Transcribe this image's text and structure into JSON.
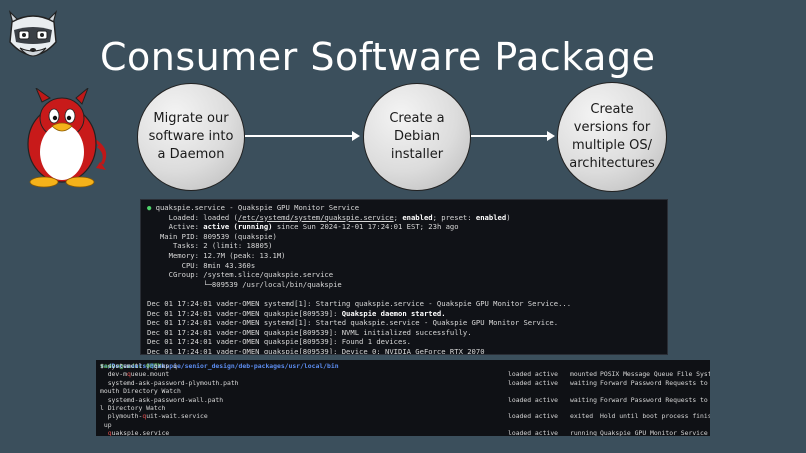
{
  "title": "Consumer Software Package",
  "steps": [
    {
      "label": "Migrate our\nsoftware into\na Daemon"
    },
    {
      "label": "Create a\nDebian\ninstaller"
    },
    {
      "label": "Create\nversions for\nmultiple OS/\narchitectures"
    }
  ],
  "status_terminal": {
    "service_line": "quakspie.service - Quakspie GPU Monitor Service",
    "loaded_label": "Loaded:",
    "loaded_pre": "loaded (",
    "loaded_path": "/etc/systemd/system/quakspie.service",
    "loaded_mid": "; ",
    "loaded_enabled": "enabled",
    "loaded_preset": "; preset: ",
    "loaded_preset_val": "enabled",
    "loaded_post": ")",
    "active_label": "Active:",
    "active_state": "active (running)",
    "active_rest": " since Sun 2024-12-01 17:24:01 EST; 23h ago",
    "mainpid_label": "Main PID:",
    "mainpid_val": "809539 (quakspie)",
    "tasks_label": "Tasks:",
    "tasks_val": "2 (limit: 18805)",
    "memory_label": "Memory:",
    "memory_val": "12.7M (peak: 13.1M)",
    "cpu_label": "CPU:",
    "cpu_val": "8min 43.360s",
    "cgroup_label": "CGroup:",
    "cgroup_val": "/system.slice/quakspie.service",
    "cgroup_child": "└─809539 /usr/local/bin/quakspie",
    "log": [
      {
        "prefix": "Dec 01 17:24:01 vader-OMEN systemd[1]: ",
        "msg": "Starting quakspie.service - Quakspie GPU Monitor Service...",
        "bold": false
      },
      {
        "prefix": "Dec 01 17:24:01 vader-OMEN quakspie[809539]: ",
        "msg": "Quakspie daemon started.",
        "bold": true
      },
      {
        "prefix": "Dec 01 17:24:01 vader-OMEN systemd[1]: ",
        "msg": "Started quakspie.service - Quakspie GPU Monitor Service.",
        "bold": false
      },
      {
        "prefix": "Dec 01 17:24:01 vader-OMEN quakspie[809539]: ",
        "msg": "NVML initialized successfully.",
        "bold": false
      },
      {
        "prefix": "Dec 01 17:24:01 vader-OMEN quakspie[809539]: ",
        "msg": "Found 1 devices.",
        "bold": false
      },
      {
        "prefix": "Dec 01 17:24:01 vader-OMEN quakspie[809539]: ",
        "msg": "Device 0: NVIDIA GeForce RTX 2070",
        "bold": false
      }
    ]
  },
  "grep_terminal": {
    "prompt_user": "vader@vader-OMEN",
    "prompt_path": ":~/Documents/Quakspie/senior_design/deb-packages/usr/local/bin",
    "command": "$ systemctl | grep q",
    "rows": [
      {
        "unit": "  dev-mqueue.mount",
        "load": "loaded active",
        "sub": "mounted",
        "desc": "POSIX Message Queue File System"
      },
      {
        "unit": "  systemd-ask-password-plymouth.path",
        "load": "loaded active",
        "sub": "waiting",
        "desc": "Forward Password Requests to Ply"
      },
      {
        "unit": "mouth Directory Watch",
        "load": "",
        "sub": "",
        "desc": ""
      },
      {
        "unit": "  systemd-ask-password-wall.path",
        "load": "loaded active",
        "sub": "waiting",
        "desc": "Forward Password Requests to Wal"
      },
      {
        "unit": "l Directory Watch",
        "load": "",
        "sub": "",
        "desc": ""
      },
      {
        "unit": "  plymouth-quit-wait.service",
        "load": "loaded active",
        "sub": "exited",
        "desc": "Hold until boot process finishes"
      },
      {
        "unit": " up",
        "load": "",
        "sub": "",
        "desc": ""
      },
      {
        "unit": "  quakspie.service",
        "load": "loaded active",
        "sub": "running",
        "desc": "Quakspie GPU Monitor Service"
      }
    ]
  }
}
